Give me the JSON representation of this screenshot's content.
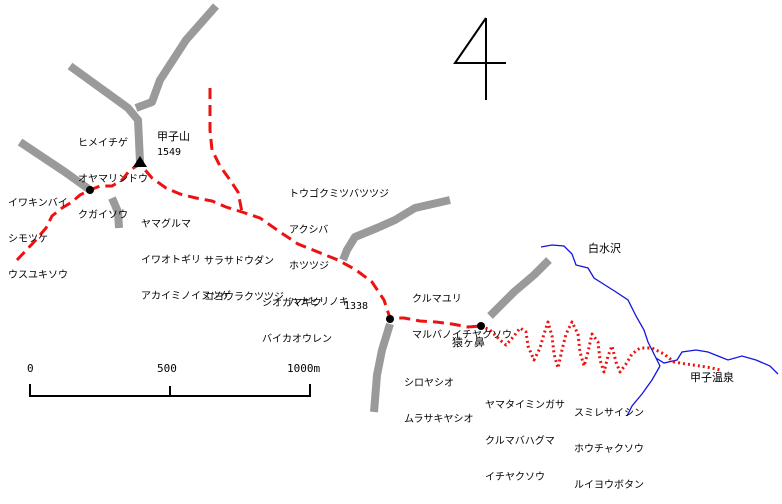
{
  "sheet_number": "4",
  "peak": {
    "name": "甲子山",
    "elevation": "1549"
  },
  "point_1338": "1338",
  "place_sarugahana": "猿ヶ鼻",
  "river_label": "白水沢",
  "onsen_label": "甲子温泉",
  "flowers": {
    "group_peak_north": [
      "ヒメイチゲ",
      "オヤマリンドウ",
      "クガイソウ"
    ],
    "group_west": [
      "イワキンバイ",
      "シモツケ",
      "ウスユキソウ"
    ],
    "group_south_peak": [
      "ヤマグルマ",
      "イワオトギリ",
      "アカイミノイヌツゲ"
    ],
    "group_ridge_a": [
      "トウゴクミツバツツジ",
      "アクシバ",
      "ホツツジ",
      "ハナヒリノキ"
    ],
    "group_ridge_b": [
      "サラサドウダン",
      "コヨウラクツツジ"
    ],
    "group_ridge_c": [
      "シオガマギク",
      "バイカオウレン"
    ],
    "group_kuruma": [
      "クルマユリ",
      "マルバノイチヤクソウ"
    ],
    "group_1338": [
      "シロヤシオ",
      "ムラサキヤシオ"
    ],
    "group_descent": [
      "ヤマタイミンガサ",
      "クルマバハグマ",
      "イチヤクソウ"
    ],
    "group_onsen": [
      "スミレサイシン",
      "ホウチャクソウ",
      "ルイヨウボタン"
    ]
  },
  "scale": {
    "ticks": [
      "0",
      "500",
      "1000m"
    ]
  },
  "colors": {
    "trail": "#ee1111",
    "road": "#9a9a9a",
    "river": "#1515e0",
    "ink": "#000000"
  }
}
